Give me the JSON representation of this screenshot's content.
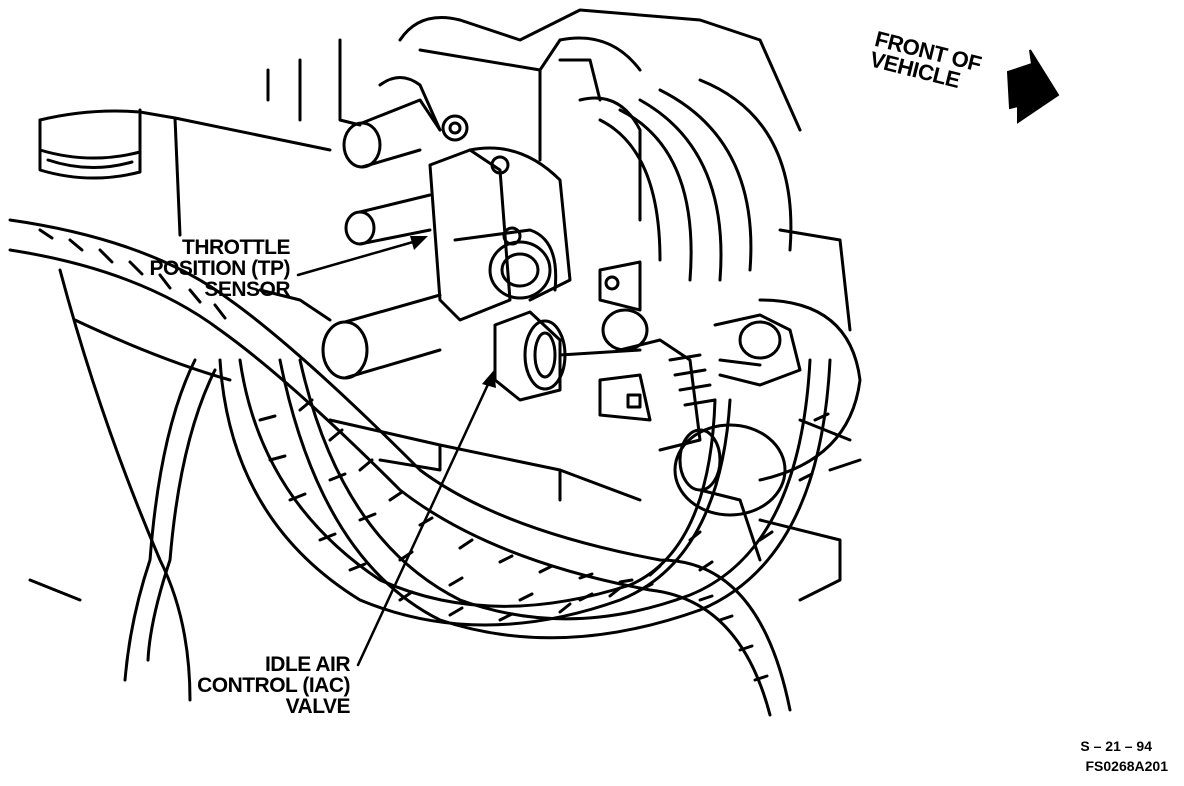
{
  "labels": {
    "throttle_position": [
      "THROTTLE",
      "POSITION (TP)",
      "SENSOR"
    ],
    "idle_air_control": [
      "IDLE AIR",
      "CONTROL (IAC)",
      "VALVE"
    ],
    "front_of_vehicle": [
      "FRONT OF",
      "VEHICLE"
    ]
  },
  "reference": {
    "date_code": "S – 21 – 94",
    "figure_code": "FS0268A201"
  },
  "colors": {
    "ink": "#000000",
    "paper": "#ffffff"
  }
}
